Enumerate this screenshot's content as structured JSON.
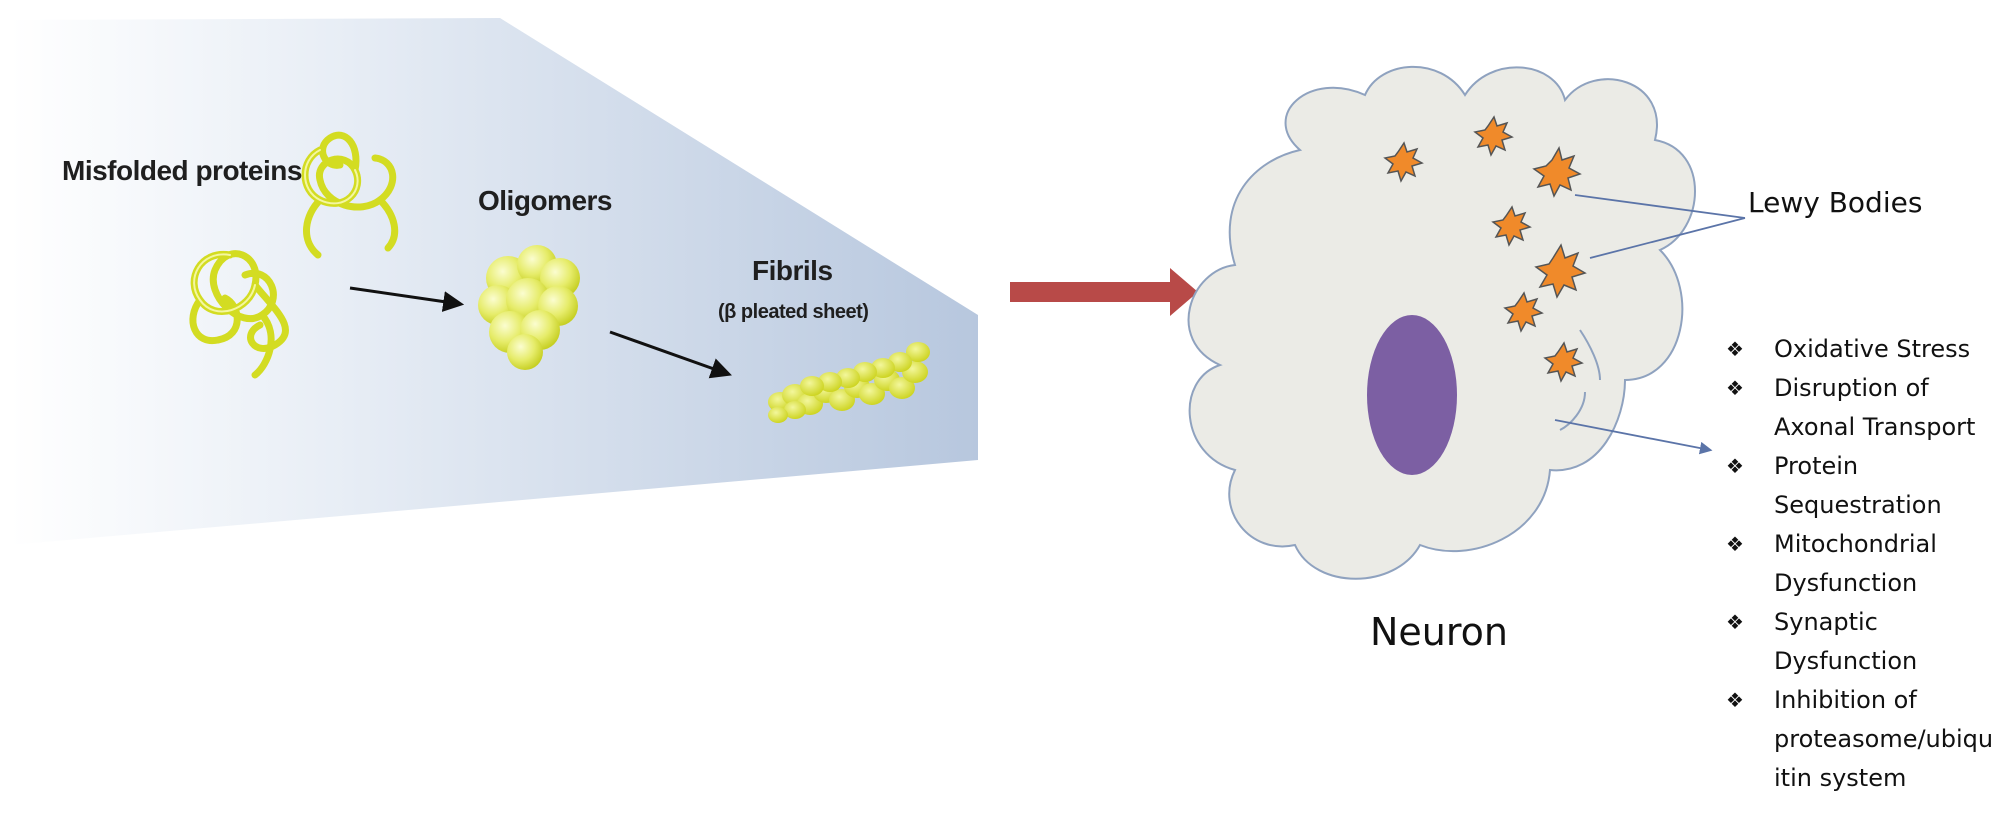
{
  "colors": {
    "panel_light": "#ffffff",
    "panel_dark": "#b8c8df",
    "protein_yellow": "#d9e21f",
    "protein_highlight": "#f4f7a0",
    "arrow_red": "#b84a48",
    "cell_fill": "#ebebe6",
    "cell_outline": "#8fa2bf",
    "nucleus_purple": "#7c5fa3",
    "lewy_orange": "#f08a2a",
    "pointer_blue": "#5b74a8"
  },
  "aggregation": {
    "misfolded_label": "Misfolded proteins",
    "oligomers_label": "Oligomers",
    "fibrils_label": "Fibrils",
    "fibrils_sublabel": "(β pleated sheet)"
  },
  "neuron": {
    "label": "Neuron",
    "lewy_label": "Lewy Bodies"
  },
  "consequences": {
    "bullet_glyph": "❖",
    "items": [
      [
        "Oxidative Stress"
      ],
      [
        "Disruption of",
        "Axonal Transport"
      ],
      [
        "Protein",
        "Sequestration"
      ],
      [
        "Mitochondrial",
        "Dysfunction"
      ],
      [
        "Synaptic",
        "Dysfunction"
      ],
      [
        "Inhibition of",
        "proteasome/ubiqu",
        "itin system"
      ]
    ]
  }
}
